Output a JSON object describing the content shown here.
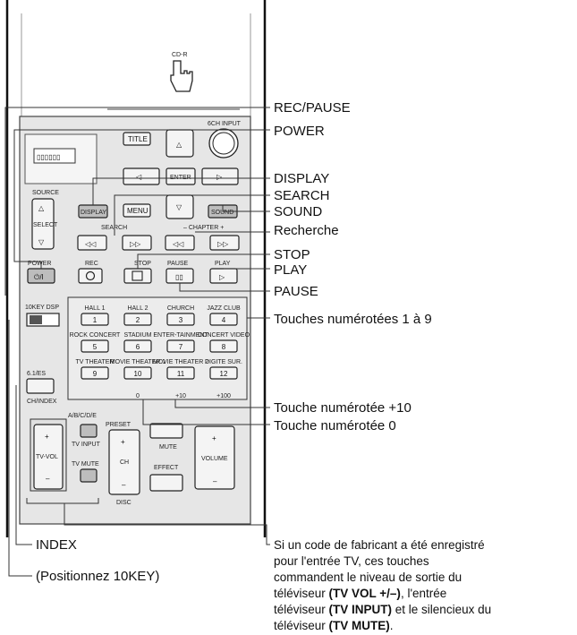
{
  "remote": {
    "cdr_label": "CD-R",
    "ch6_input_label": "6CH INPUT",
    "title_label": "TITLE",
    "menu_label": "MENU",
    "display_label": "DISPLAY",
    "sound_label": "SOUND",
    "source_label": "SOURCE",
    "select_label": "SELECT",
    "search_label": "SEARCH",
    "chapter_label": "– CHAPTER +",
    "power_label": "POWER",
    "rec_label": "REC",
    "stop_label": "STOP",
    "pause_label": "PAUSE",
    "play_label": "PLAY",
    "key_10_dsp_label": "10KEY  DSP",
    "dsp_modes": [
      "HALL 1",
      "HALL 2",
      "CHURCH",
      "JAZZ CLUB",
      "ROCK CONCERT",
      "STADIUM",
      "ENTER-TAINMENT",
      "CONCERT VIDEO",
      "TV THEATER",
      "MOVIE THEATER 1",
      "MOVIE THEATER 2",
      "DIGITE SUR."
    ],
    "number_keys": [
      "1",
      "2",
      "3",
      "4",
      "5",
      "6",
      "7",
      "8",
      "9",
      "10",
      "11",
      "12"
    ],
    "key_sublabels": [
      "0",
      "+10",
      "+100"
    ],
    "label_6_1_es": "6.1/ES",
    "label_ch_index": "CH/INDEX",
    "label_abcde": "A/B/C/D/E",
    "label_preset": "PRESET",
    "label_tv_input": "TV INPUT",
    "label_tv_mute": "TV MUTE",
    "label_tv_vol": "TV-VOL",
    "label_ch": "CH",
    "label_disc": "DISC",
    "label_mute": "MUTE",
    "label_effect": "EFFECT",
    "label_volume": "VOLUME",
    "label_enter": "ENTER",
    "plus": "+",
    "minus": "–"
  },
  "callouts": {
    "rec_pause": "REC/PAUSE",
    "power": "POWER",
    "display": "DISPLAY",
    "search": "SEARCH",
    "sound": "SOUND",
    "recherche": "Recherche",
    "stop": "STOP",
    "play": "PLAY",
    "pause": "PAUSE",
    "touches_1_9": "Touches numérotées 1 à 9",
    "touche_10": "Touche numérotée +10",
    "touche_0": "Touche numérotée 0",
    "index": "INDEX",
    "position_10key": "(Positionnez 10KEY)"
  },
  "note": {
    "line1": "Si un code de fabricant a été enregistré",
    "line2": "pour l'entrée TV, ces touches",
    "line3": "commandent le niveau de sortie du",
    "line4_pre": "téléviseur ",
    "line4_bold": "(TV VOL +/–)",
    "line4_post": ", l'entrée",
    "line5_pre": "téléviseur ",
    "line5_bold": "(TV INPUT)",
    "line5_post": " et le silencieux du",
    "line6_pre": "téléviseur ",
    "line6_bold": "(TV MUTE)",
    "line6_post": "."
  }
}
